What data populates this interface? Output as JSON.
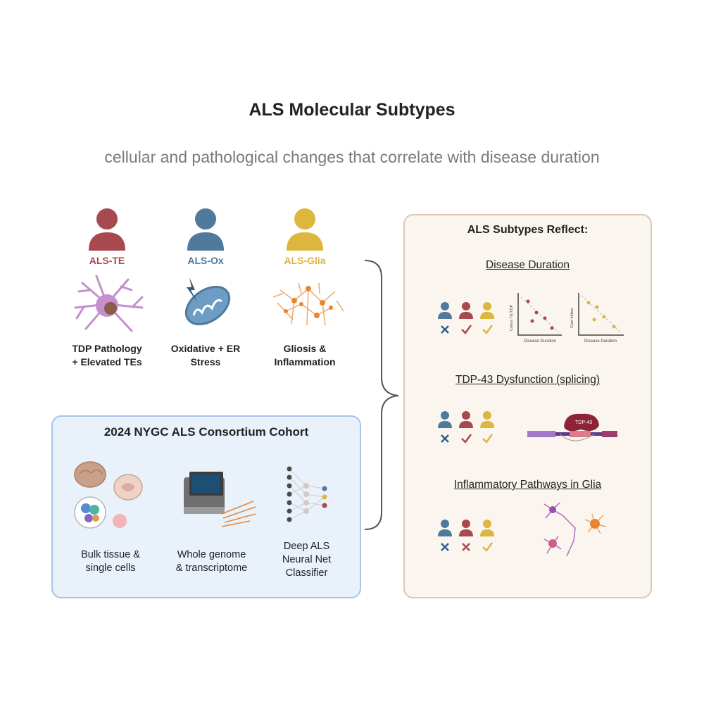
{
  "title": "ALS Molecular Subtypes",
  "subtitle": "cellular and pathological changes that correlate with disease duration",
  "subtypes": [
    {
      "name": "ALS-TE",
      "desc_line1": "TDP Pathology",
      "desc_line2": "+ Elevated TEs",
      "color": "#a8484f"
    },
    {
      "name": "ALS-Ox",
      "desc_line1": "Oxidative + ER",
      "desc_line2": "Stress",
      "color": "#4f7a9e"
    },
    {
      "name": "ALS-Glia",
      "desc_line1": "Gliosis &",
      "desc_line2": "Inflammation",
      "color": "#dcb63d"
    }
  ],
  "cohort": {
    "title": "2024 NYGC ALS Consortium Cohort",
    "items": [
      {
        "line1": "Bulk tissue &",
        "line2": "single cells"
      },
      {
        "line1": "Whole genome",
        "line2": "& transcriptome"
      },
      {
        "line1": "Deep ALS",
        "line2": "Neural Net",
        "line3": "Classifier"
      }
    ]
  },
  "reflect": {
    "title": "ALS Subtypes Reflect:",
    "sections": [
      {
        "heading": "Disease Duration",
        "marks": [
          "cross",
          "check",
          "check"
        ],
        "plot1": {
          "ylabel": "Cortex TE/TDP",
          "xlabel": "Disease Duration"
        },
        "plot2": {
          "ylabel": "Cord Inflam",
          "xlabel": "Disease Duration"
        }
      },
      {
        "heading": "TDP-43 Dysfunction (splicing)",
        "marks": [
          "cross",
          "check",
          "check"
        ],
        "protein_label": "TDP-43"
      },
      {
        "heading": "Inflammatory Pathways in Glia",
        "marks": [
          "cross",
          "cross",
          "check"
        ]
      }
    ]
  },
  "colors": {
    "te": "#a8484f",
    "ox": "#4f7a9e",
    "glia": "#dcb63d",
    "cohort_bg": "#e9f1fb",
    "cohort_border": "#a9c4ea",
    "reflect_bg": "#faf5ef",
    "reflect_border": "#dcc7b8"
  }
}
